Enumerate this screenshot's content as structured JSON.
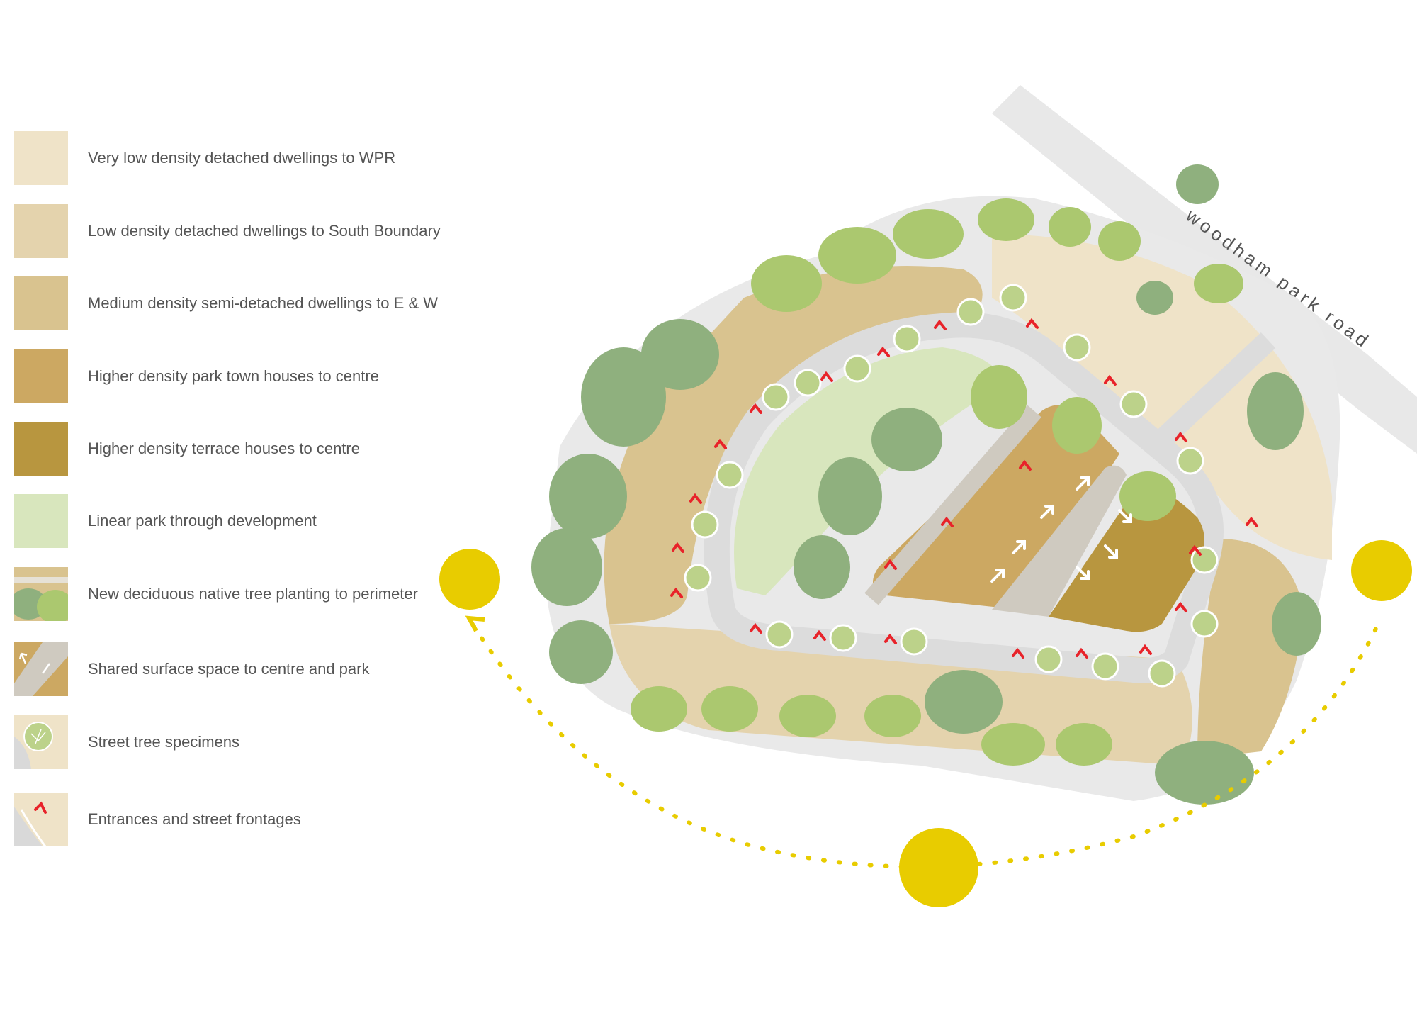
{
  "legend": {
    "items": [
      {
        "label": "Very low density detached dwellings to WPR",
        "color": "#efe3c8"
      },
      {
        "label": "Low density detached dwellings to South Boundary",
        "color": "#e4d3ad"
      },
      {
        "label": "Medium density semi-detached dwellings to E & W",
        "color": "#d9c38f"
      },
      {
        "label": "Higher density park town houses to centre",
        "color": "#cca862"
      },
      {
        "label": "Higher density terrace houses to centre",
        "color": "#b8963f"
      },
      {
        "label": "Linear park through development",
        "color": "#d8e6bd"
      },
      {
        "label": "New deciduous native tree planting to perimeter",
        "color": "#a9c76e"
      },
      {
        "label": "Shared surface space to centre and park",
        "color": "#cfcac0"
      },
      {
        "label": "Street tree specimens",
        "color": "#bcd28a"
      },
      {
        "label": "Entrances and street frontages",
        "color": "#e8232a"
      }
    ]
  },
  "map": {
    "road_label": "woodham park road",
    "colors": {
      "road": "#dcdcdc",
      "tree_dark": "#8fb07e",
      "tree_light": "#abc86f",
      "sun": "#e8cc00",
      "entrance": "#e8232a"
    }
  }
}
